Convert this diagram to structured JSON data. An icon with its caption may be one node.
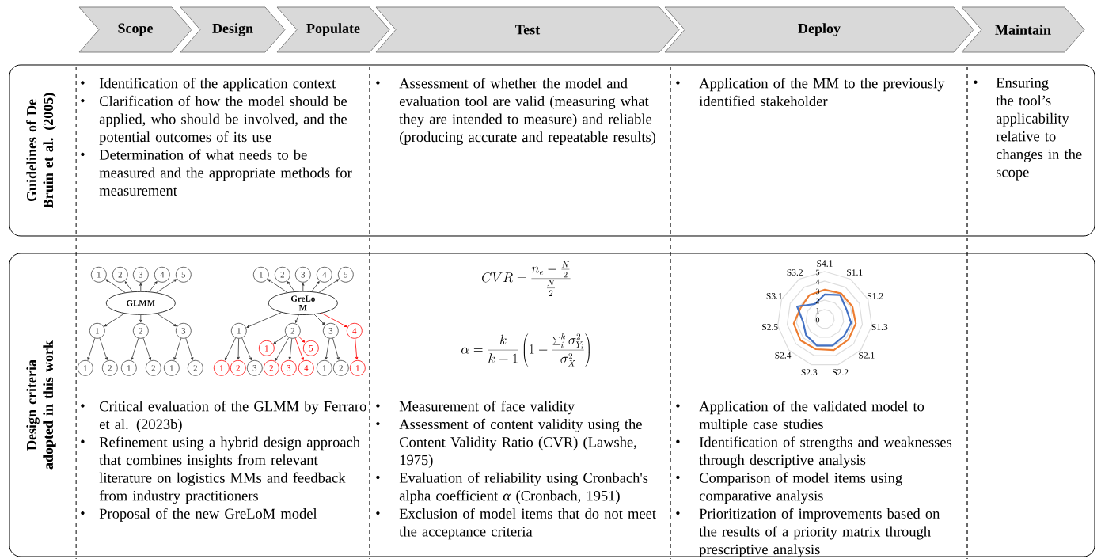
{
  "diagram": {
    "nodes": [
      {
        "text": [
          "Scope"
        ]
      },
      {
        "text": [
          "Design"
        ]
      },
      {
        "text": [
          "Populate"
        ]
      },
      {
        "text": [
          "Test"
        ]
      },
      {
        "text": [
          "Deploy"
        ]
      },
      {
        "text": [
          "Maintain"
        ]
      },
      {
        "text": [
          "Guidelines of De Bruin et al. (2005)"
        ]
      },
      {
        "text": [
          "Design criteria adopted in this work"
        ]
      },
      {
        "text": [
          "1"
        ],
        "in": 7
      },
      {
        "text": [
          "2"
        ],
        "in": 7
      },
      {
        "text": [
          "3"
        ],
        "in": 7
      },
      {
        "text": [
          "4"
        ],
        "in": 7
      },
      {
        "text": [
          "5"
        ],
        "in": 7
      },
      {
        "text": [
          "GLMM"
        ],
        "in": 7
      },
      {
        "text": [
          "1"
        ],
        "in": 7
      },
      {
        "text": [
          "2"
        ],
        "in": 7
      },
      {
        "text": [
          "3"
        ],
        "in": 7
      },
      {
        "text": [
          "1"
        ],
        "in": 7
      },
      {
        "text": [
          "2"
        ],
        "in": 7
      },
      {
        "text": [
          "1"
        ],
        "in": 7
      },
      {
        "text": [
          "2"
        ],
        "in": 7
      },
      {
        "text": [
          "1"
        ],
        "in": 7
      },
      {
        "text": [
          "2"
        ],
        "in": 7
      },
      {
        "text": [
          "1"
        ],
        "in": 7
      },
      {
        "text": [
          "2"
        ],
        "in": 7
      },
      {
        "text": [
          "3"
        ],
        "in": 7
      },
      {
        "text": [
          "4"
        ],
        "in": 7
      },
      {
        "text": [
          "5"
        ],
        "in": 7
      },
      {
        "text": [
          "GreLo M"
        ],
        "in": 7
      },
      {
        "text": [
          "1"
        ],
        "in": 7
      },
      {
        "text": [
          "2"
        ],
        "in": 7
      },
      {
        "text": [
          "3"
        ],
        "in": 7
      },
      {
        "text": [
          "4"
        ],
        "in": 7
      },
      {
        "text": [
          "1"
        ],
        "in": 7
      },
      {
        "text": [
          "5"
        ],
        "in": 7
      },
      {
        "text": [
          "1"
        ],
        "in": 7
      },
      {
        "text": [
          "2"
        ],
        "in": 7
      },
      {
        "text": [
          "3"
        ],
        "in": 7
      },
      {
        "text": [
          "2"
        ],
        "in": 7
      },
      {
        "text": [
          "3"
        ],
        "in": 7
      },
      {
        "text": [
          "4"
        ],
        "in": 7
      },
      {
        "text": [
          "1"
        ],
        "in": 7
      },
      {
        "text": [
          "2"
        ],
        "in": 7
      },
      {
        "text": [
          "1"
        ],
        "in": 7
      }
    ],
    "edges": [
      {
        "from": 13,
        "to": 8,
        "arrow": "to"
      },
      {
        "from": 13,
        "to": 9,
        "arrow": "to"
      },
      {
        "from": 13,
        "to": 10,
        "arrow": "to"
      },
      {
        "from": 13,
        "to": 11,
        "arrow": "to"
      },
      {
        "from": 13,
        "to": 12,
        "arrow": "to"
      },
      {
        "from": 13,
        "to": 14,
        "arrow": "to"
      },
      {
        "from": 13,
        "to": 15,
        "arrow": "to"
      },
      {
        "from": 13,
        "to": 16,
        "arrow": "to"
      },
      {
        "from": 14,
        "to": 17,
        "arrow": "to"
      },
      {
        "from": 14,
        "to": 18,
        "arrow": "to"
      },
      {
        "from": 15,
        "to": 19,
        "arrow": "to"
      },
      {
        "from": 15,
        "to": 20,
        "arrow": "to"
      },
      {
        "from": 16,
        "to": 21,
        "arrow": "to"
      },
      {
        "from": 16,
        "to": 22,
        "arrow": "to"
      },
      {
        "from": 28,
        "to": 23,
        "arrow": "to"
      },
      {
        "from": 28,
        "to": 24,
        "arrow": "to"
      },
      {
        "from": 28,
        "to": 25,
        "arrow": "to"
      },
      {
        "from": 28,
        "to": 26,
        "arrow": "to"
      },
      {
        "from": 28,
        "to": 27,
        "arrow": "to"
      },
      {
        "from": 28,
        "to": 29,
        "arrow": "to"
      },
      {
        "from": 28,
        "to": 30,
        "arrow": "to"
      },
      {
        "from": 28,
        "to": 31,
        "arrow": "to"
      },
      {
        "from": 28,
        "to": 32,
        "arrow": "to",
        "color": "#ff0000"
      },
      {
        "from": 29,
        "to": 35,
        "arrow": "to"
      },
      {
        "from": 29,
        "to": 36,
        "arrow": "to"
      },
      {
        "from": 29,
        "to": 37,
        "arrow": "to"
      },
      {
        "from": 30,
        "to": 33,
        "arrow": "to"
      },
      {
        "from": 30,
        "to": 34,
        "arrow": "to",
        "color": "#ff0000"
      },
      {
        "from": 30,
        "to": 38,
        "arrow": "to"
      },
      {
        "from": 30,
        "to": 39,
        "arrow": "to"
      },
      {
        "from": 30,
        "to": 40,
        "arrow": "to",
        "color": "#ff0000"
      },
      {
        "from": 31,
        "to": 41,
        "arrow": "to"
      },
      {
        "from": 31,
        "to": 42,
        "arrow": "to"
      },
      {
        "from": 32,
        "to": 43,
        "arrow": "to",
        "color": "#ff0000"
      }
    ],
    "labels": [
      "Identification of the application context",
      "Clarification of how the model should be applied, who should be involved, and the potential outcomes of its use",
      "Determination of what needs to be measured and the appropriate methods for measurement",
      "Assessment of whether the model and evaluation tool are valid (measuring what they are intended to measure) and reliable (producing accurate and repeatable results)",
      "Application of the MM to the previously identified stakeholder",
      "Ensuring the tool’s applicability relative to changes in the scope",
      "CVR = \\frac{n_e - \\frac{N}{2}}{\\frac{N}{2}}",
      "\\alpha = \\frac{k}{k-1}\\left(1 - \\frac{\\sum_{i}^{k} \\sigma_{Y_i}^{2}}{\\sigma_{X}^{2}}\\right)",
      "S4.1",
      "S1.1",
      "S1.2",
      "S1.3",
      "S2.1",
      "S2.2",
      "S2.3",
      "S2.4",
      "S2.5",
      "S3.1",
      "S3.2",
      "0",
      "1",
      "2",
      "3",
      "4",
      "5",
      "Critical evaluation of the GLMM by Ferraro et al. (2023b)",
      "Refinement using a hybrid design approach that combines insights from relevant literature on logistics MMs and feedback from industry practitioners",
      "Proposal of the new GreLoM model",
      "Measurement of face validity",
      "Assessment of content validity using the Content Validity Ratio (CVR) (Lawshe, 1975)",
      "Evaluation of reliability using Cronbach's alpha coefficient *α* (Cronbach, 1951)",
      "Exclusion of model items that do not meet the acceptance criteria",
      "Application of the validated model to multiple case studies",
      "Identification of strengths and weaknesses through descriptive analysis",
      "Comparison of model items using comparative analysis",
      "Prioritization of improvements based on the results of a priority matrix through prescriptive analysis"
    ]
  }
}
